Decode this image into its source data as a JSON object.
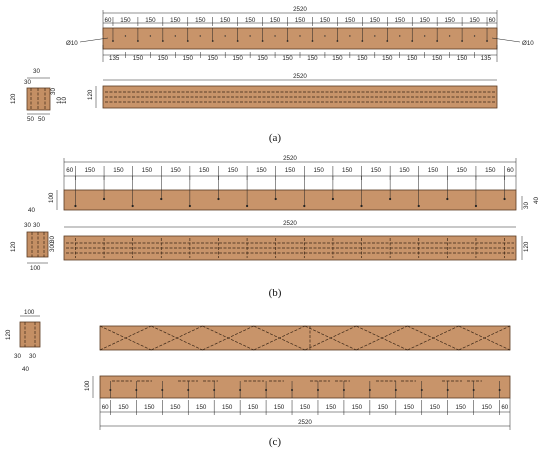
{
  "captions": {
    "a": "(a)",
    "b": "(b)",
    "c": "(c)"
  },
  "a": {
    "overall": "2520",
    "top_spacings": [
      "60",
      "150",
      "150",
      "150",
      "150",
      "150",
      "150",
      "150",
      "150",
      "150",
      "150",
      "150",
      "150",
      "150",
      "150",
      "150",
      "60"
    ],
    "bottom_spacings": [
      "135",
      "150",
      "150",
      "150",
      "150",
      "150",
      "150",
      "150",
      "150",
      "150",
      "150",
      "150",
      "150",
      "150",
      "150",
      "135"
    ],
    "hole_left": "Ø10",
    "hole_right": "Ø10",
    "side_total": "2520",
    "side_height": "120",
    "section": {
      "top1": "30",
      "top2": "30",
      "height": "120",
      "right1": "30",
      "right2": "30",
      "right3": "10",
      "right4": "10",
      "bottom1": "50",
      "bottom2": "50"
    }
  },
  "b": {
    "overall": "2520",
    "top_spacings": [
      "60",
      "150",
      "150",
      "150",
      "150",
      "150",
      "150",
      "150",
      "150",
      "150",
      "150",
      "150",
      "150",
      "150",
      "150",
      "150",
      "60"
    ],
    "height": "100",
    "right1": "30",
    "right2": "40",
    "side_total": "2520",
    "side_height": "120",
    "section": {
      "top": "40",
      "top2": "30",
      "top3": "30",
      "height": "120",
      "right1": "30",
      "right2": "300",
      "right3": "30",
      "bottom": "100"
    }
  },
  "c": {
    "overall": "2520",
    "bottom_spacings": [
      "60",
      "150",
      "150",
      "150",
      "150",
      "150",
      "150",
      "150",
      "150",
      "150",
      "150",
      "150",
      "150",
      "150",
      "150",
      "150",
      "60"
    ],
    "height": "100",
    "section": {
      "top": "100",
      "height": "120",
      "bottom1": "30",
      "bottom2": "30",
      "bottom3": "40"
    }
  }
}
